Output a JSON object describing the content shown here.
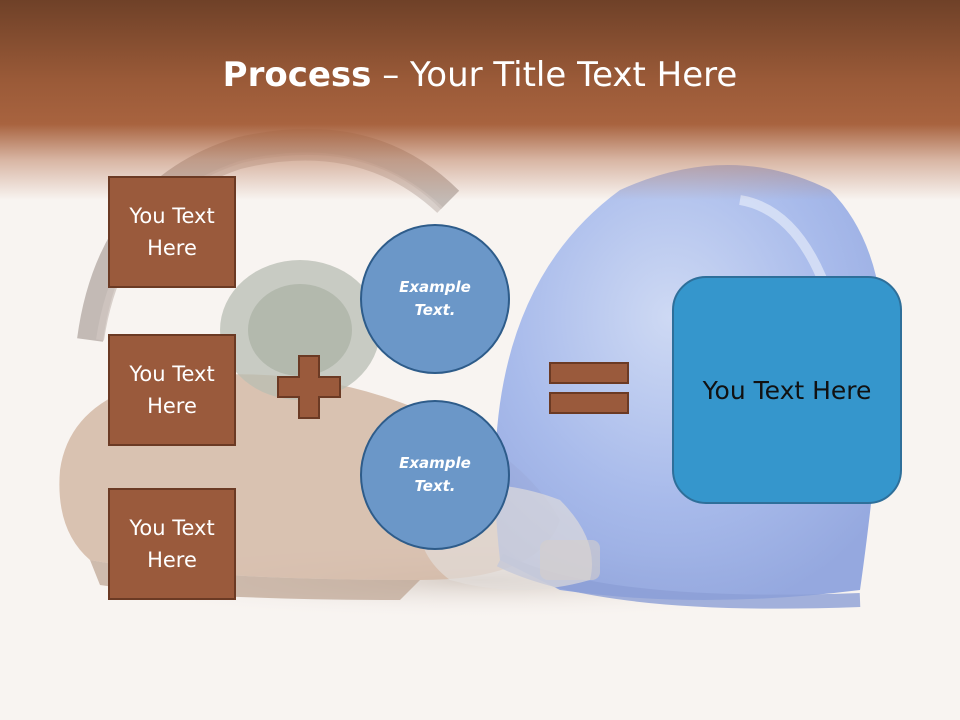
{
  "slide": {
    "title_bold": "Process",
    "title_dash": " – ",
    "title_rest": "Your Title Text Here"
  },
  "left_boxes": [
    "You Text Here",
    "You Text Here",
    "You Text Here"
  ],
  "circles": [
    "Example Text.",
    "Example Text."
  ],
  "result_box": "You Text Here",
  "colors": {
    "brown_box": "#9a5a3c",
    "brown_border": "#6b3a24",
    "circle_fill": "#6b97c8",
    "result_fill": "#3596cc"
  },
  "icons": [
    "plus-icon",
    "equals-icon"
  ]
}
